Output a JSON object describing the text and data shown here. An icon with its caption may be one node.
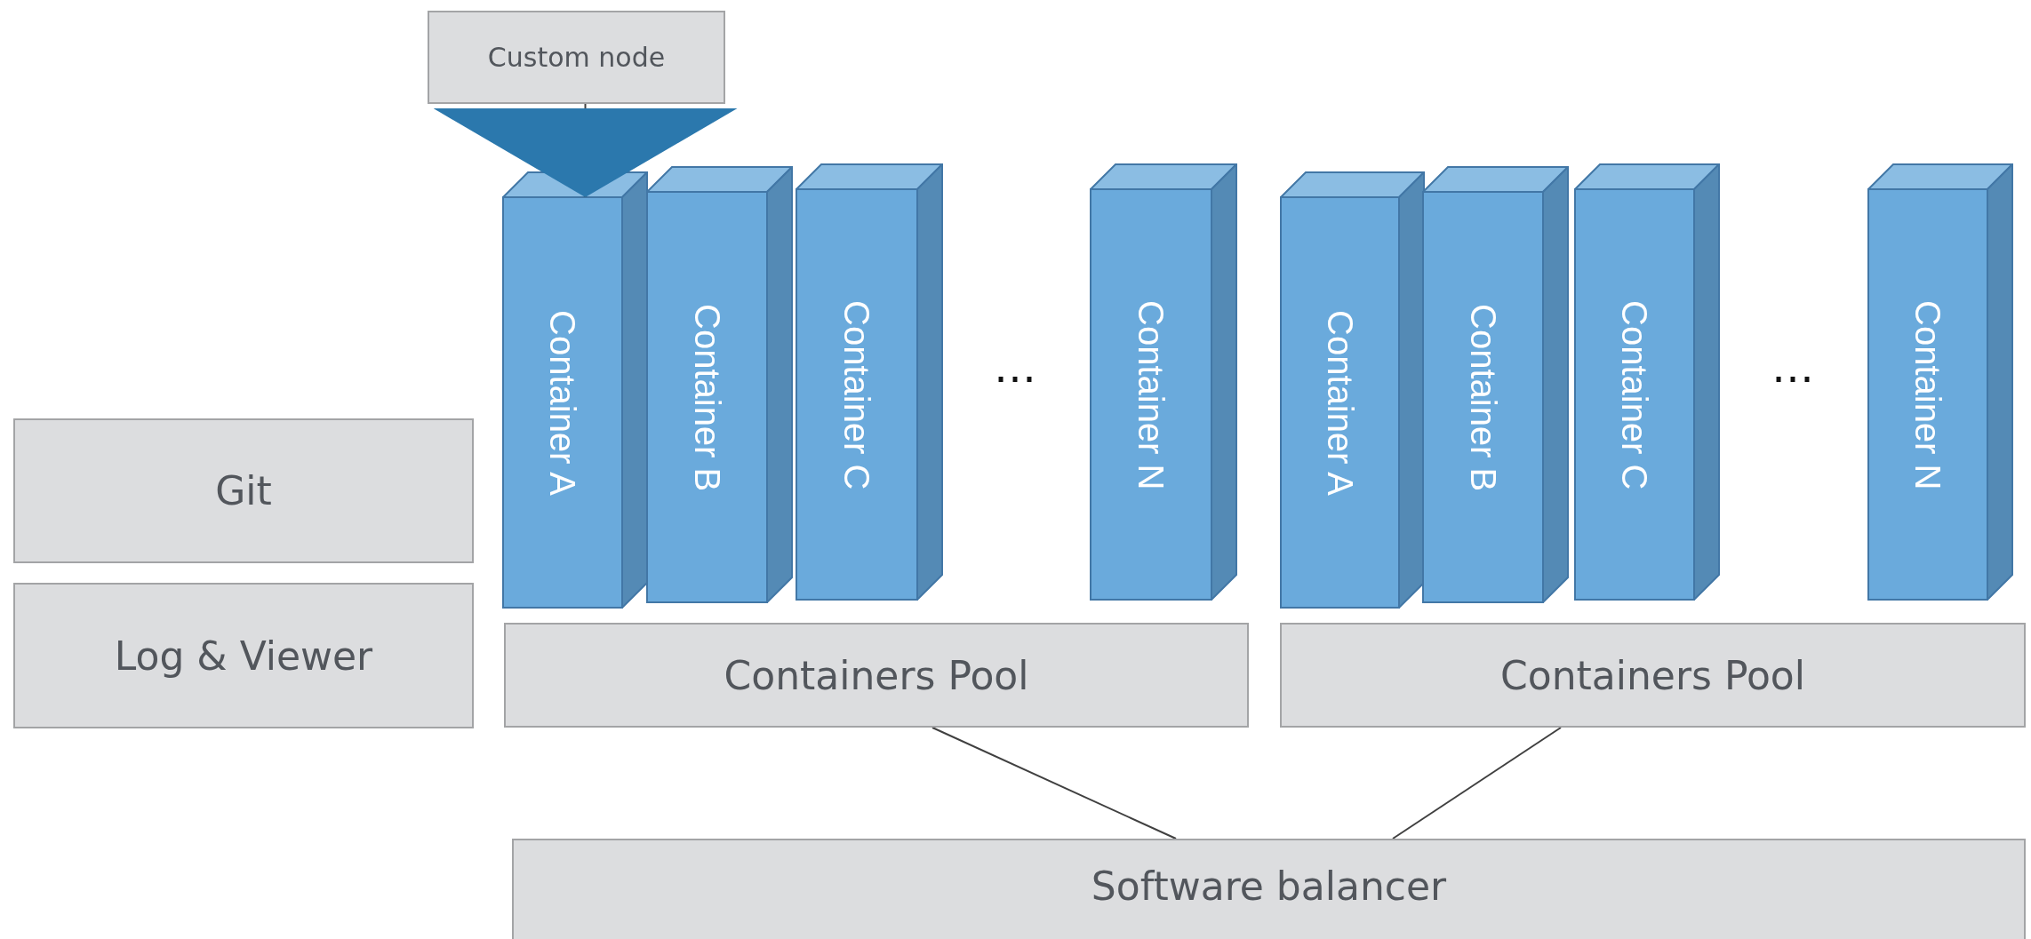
{
  "diagram": {
    "nodes": [
      {
        "text": [
          "Custom node"
        ]
      },
      {
        "text": [
          "Git"
        ]
      },
      {
        "text": [
          "Log & Viewer"
        ]
      },
      {
        "text": [
          "Container A"
        ]
      },
      {
        "text": [
          "Container B"
        ]
      },
      {
        "text": [
          "Container C"
        ]
      },
      {
        "text": [
          "Container N"
        ]
      },
      {
        "text": [
          "Container A"
        ]
      },
      {
        "text": [
          "Container B"
        ]
      },
      {
        "text": [
          "Container C"
        ]
      },
      {
        "text": [
          "Container N"
        ]
      },
      {
        "text": [
          "Containers Pool"
        ]
      },
      {
        "text": [
          "Containers Pool"
        ]
      },
      {
        "text": [
          "Software balancer"
        ]
      }
    ],
    "edges": [
      {
        "from": 0,
        "to": 3,
        "arrow": "to"
      },
      {
        "from": 11,
        "to": 13,
        "arrow": "none"
      },
      {
        "from": 12,
        "to": 13,
        "arrow": "none"
      }
    ],
    "labels": [
      "…",
      "…"
    ]
  }
}
